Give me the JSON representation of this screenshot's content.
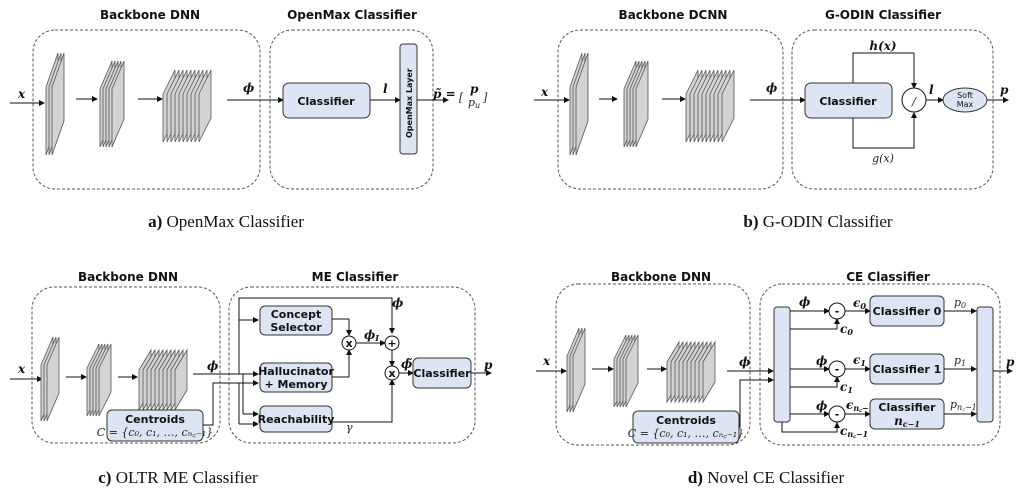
{
  "figure": {
    "panels": [
      {
        "id": "a",
        "backbone_title": "Backbone DNN",
        "classifier_title": "OpenMax Classifier",
        "caption_label": "a)",
        "caption_text": "OpenMax Classifier",
        "input": "x",
        "feature": "ϕ",
        "logits": "l",
        "classifier_box": "Classifier",
        "openmax_layer": "OpenMax Layer",
        "output_lhs": "p̃ =",
        "output_top": "p",
        "output_bottom": "p",
        "output_bottom_sub": "u"
      },
      {
        "id": "b",
        "backbone_title": "Backbone DCNN",
        "classifier_title": "G-ODIN Classifier",
        "caption_label": "b)",
        "caption_text": "G-ODIN Classifier",
        "input": "x",
        "feature": "ϕ",
        "classifier_box": "Classifier",
        "h_label": "h(x)",
        "g_label": "g(x)",
        "divide_op": "/",
        "logits": "l",
        "softmax_top": "Soft",
        "softmax_bottom": "Max",
        "output": "p"
      },
      {
        "id": "c",
        "backbone_title": "Backbone DNN",
        "classifier_title": "ME Classifier",
        "caption_label": "c)",
        "caption_text": "OLTR ME Classifier",
        "input": "x",
        "feature": "ϕ",
        "centroids_title": "Centroids",
        "centroids_set": "C = {c₀,  c₁, …, cₙ꜀₋₁}",
        "concept_selector_1": "Concept",
        "concept_selector_2": "Selector",
        "hallucinator_1": "Hallucinator",
        "hallucinator_2": "+ Memory",
        "reachability": "Reachability",
        "multiply_op": "x",
        "add_op": "+",
        "phi_top": "ϕ",
        "phi_i": "ϕ",
        "phi_i_sub": "I",
        "phi_tilde": "ϕ̃",
        "gamma": "γ",
        "classifier_box": "Classifier",
        "output": "p"
      },
      {
        "id": "d",
        "backbone_title": "Backbone DNN",
        "classifier_title": "CE Classifier",
        "caption_label": "d)",
        "caption_text": "Novel CE Classifier",
        "input": "x",
        "feature": "ϕ",
        "centroids_title": "Centroids",
        "centroids_set": "C = {c₀,  c₁, …, cₙ꜀₋₁}",
        "minus_op": "-",
        "branches": [
          {
            "phi": "ϕ",
            "eps": "ϵ",
            "eps_sub": "0",
            "c": "c",
            "c_sub": "0",
            "classifier_1": "Classifier 0",
            "classifier_2": "",
            "p": "p",
            "p_sub": "0"
          },
          {
            "phi": "ϕ",
            "eps": "ϵ",
            "eps_sub": "1",
            "c": "c",
            "c_sub": "1",
            "classifier_1": "Classifier 1",
            "classifier_2": "",
            "p": "p",
            "p_sub": "1"
          },
          {
            "phi": "ϕ",
            "eps": "ϵ",
            "eps_sub": "n꜀−1",
            "c": "c",
            "c_sub": "n꜀−1",
            "classifier_1": "Classifier",
            "classifier_2": "n",
            "classifier_2_sub": "c−1",
            "p": "p",
            "p_sub": "n꜀−1"
          }
        ],
        "output": "p"
      }
    ]
  }
}
